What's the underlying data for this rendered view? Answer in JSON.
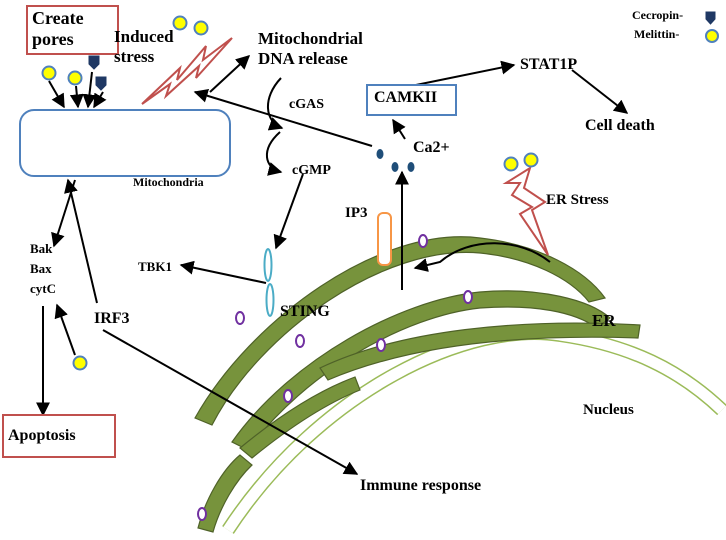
{
  "labels": {
    "create_pores": "Create pores",
    "induced_stress": "Induced stress",
    "mito_dna_release": "Mitochondrial DNA release",
    "cgas": "cGAS",
    "cgmp": "cGMP",
    "camkii": "CAMKII",
    "stat1p": "STAT1P",
    "cell_death": "Cell death",
    "ca2": "Ca2+",
    "mitochondria": "Mitochondria",
    "ip3": "IP3",
    "er_stress": "ER Stress",
    "tbk1": "TBK1",
    "bak": "Bak",
    "bax": "Bax",
    "cytc": "cytC",
    "irf3": "IRF3",
    "sting": "STING",
    "er": "ER",
    "nucleus": "Nucleus",
    "apoptosis": "Apoptosis",
    "immune_response": "Immune response"
  },
  "legend": {
    "cecropin": "Cecropin-",
    "melittin": "Melittin-"
  },
  "colors": {
    "er_green": "#77933c",
    "er_stroke": "#4f6228",
    "nucleus_green": "#9bbb59",
    "box_red": "#c0504d",
    "box_blue": "#4f81bd",
    "melittin_fill": "#ffff00",
    "melittin_stroke": "#4f81bd",
    "cecropin_fill": "#1f3864",
    "sting_blue": "#4bacc6",
    "ip3_orange": "#f79646",
    "lightning_red": "#c0504d",
    "ca_dot": "#1f4e79",
    "receptor_purple": "#7030a0"
  }
}
